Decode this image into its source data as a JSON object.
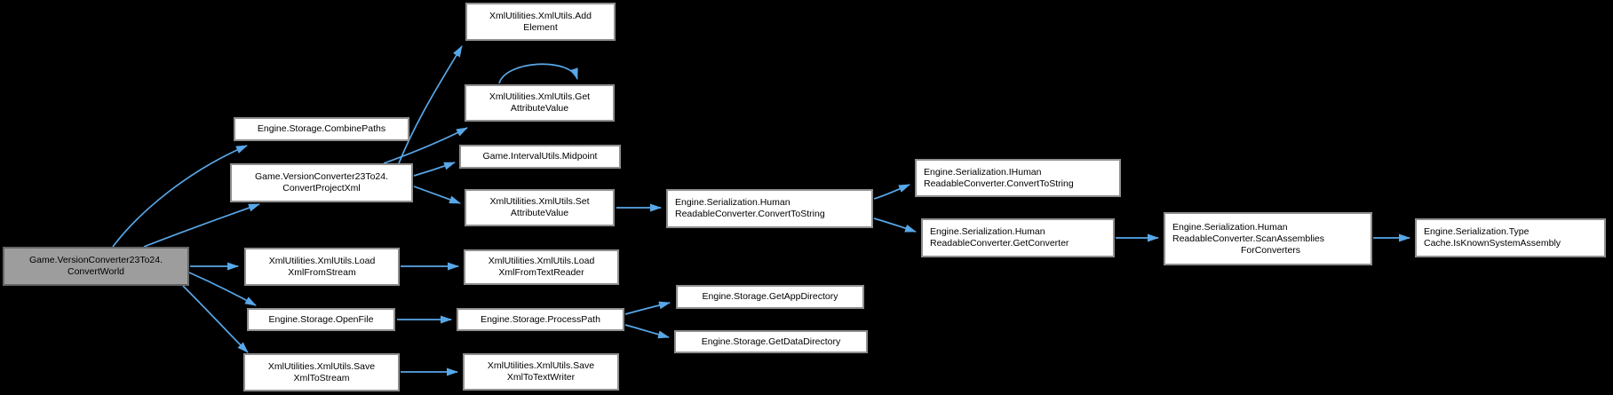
{
  "diagram": {
    "kind": "call-graph",
    "colors": {
      "background": "#000000",
      "node_fill": "#ffffff",
      "node_border": "#8f8f8f",
      "focus_node_fill": "#9d9d9d",
      "edge": "#58a7e8",
      "text": "#000000"
    },
    "nodes": {
      "convertworld": {
        "lines": [
          "Game.VersionConverter23To24.",
          "ConvertWorld"
        ]
      },
      "combinepaths": {
        "lines": [
          "Engine.Storage.CombinePaths"
        ]
      },
      "convertprojectxml": {
        "lines": [
          "Game.VersionConverter23To24.",
          "ConvertProjectXml"
        ]
      },
      "loadxmlfromstream": {
        "lines": [
          "XmlUtilities.XmlUtils.Load",
          "XmlFromStream"
        ]
      },
      "openfile": {
        "lines": [
          "Engine.Storage.OpenFile"
        ]
      },
      "savexmltostream": {
        "lines": [
          "XmlUtilities.XmlUtils.Save",
          "XmlToStream"
        ]
      },
      "addelement": {
        "lines": [
          "XmlUtilities.XmlUtils.Add",
          "Element"
        ]
      },
      "getattributevalue": {
        "lines": [
          "XmlUtilities.XmlUtils.Get",
          "AttributeValue"
        ]
      },
      "midpoint": {
        "lines": [
          "Game.IntervalUtils.Midpoint"
        ]
      },
      "setattributevalue": {
        "lines": [
          "XmlUtilities.XmlUtils.Set",
          "AttributeValue"
        ]
      },
      "loadxmlfromtextreader": {
        "lines": [
          "XmlUtilities.XmlUtils.Load",
          "XmlFromTextReader"
        ]
      },
      "processpath": {
        "lines": [
          "Engine.Storage.ProcessPath"
        ]
      },
      "savexmltotextwriter": {
        "lines": [
          "XmlUtilities.XmlUtils.Save",
          "XmlToTextWriter"
        ]
      },
      "hrconverttostring": {
        "lines": [
          "Engine.Serialization.Human",
          "ReadableConverter.ConvertToString"
        ]
      },
      "getappdirectory": {
        "lines": [
          "Engine.Storage.GetAppDirectory"
        ]
      },
      "getdatadirectory": {
        "lines": [
          "Engine.Storage.GetDataDirectory"
        ]
      },
      "ihrconverttostring": {
        "lines": [
          "Engine.Serialization.IHuman",
          "ReadableConverter.ConvertToString"
        ]
      },
      "getconverter": {
        "lines": [
          "Engine.Serialization.Human",
          "ReadableConverter.GetConverter"
        ]
      },
      "scanassemblies": {
        "lines": [
          "Engine.Serialization.Human",
          "ReadableConverter.ScanAssemblies",
          "ForConverters"
        ]
      },
      "isknownsystemassembly": {
        "lines": [
          "Engine.Serialization.Type",
          "Cache.IsKnownSystemAssembly"
        ]
      }
    },
    "edges": [
      {
        "from": "convertworld",
        "to": "combinepaths"
      },
      {
        "from": "convertworld",
        "to": "convertprojectxml"
      },
      {
        "from": "convertworld",
        "to": "loadxmlfromstream"
      },
      {
        "from": "convertworld",
        "to": "openfile"
      },
      {
        "from": "convertworld",
        "to": "savexmltostream"
      },
      {
        "from": "convertprojectxml",
        "to": "addelement"
      },
      {
        "from": "convertprojectxml",
        "to": "getattributevalue"
      },
      {
        "from": "convertprojectxml",
        "to": "midpoint"
      },
      {
        "from": "convertprojectxml",
        "to": "setattributevalue"
      },
      {
        "from": "getattributevalue",
        "to": "getattributevalue"
      },
      {
        "from": "setattributevalue",
        "to": "hrconverttostring"
      },
      {
        "from": "hrconverttostring",
        "to": "ihrconverttostring"
      },
      {
        "from": "hrconverttostring",
        "to": "getconverter"
      },
      {
        "from": "getconverter",
        "to": "scanassemblies"
      },
      {
        "from": "scanassemblies",
        "to": "isknownsystemassembly"
      },
      {
        "from": "loadxmlfromstream",
        "to": "loadxmlfromtextreader"
      },
      {
        "from": "openfile",
        "to": "processpath"
      },
      {
        "from": "processpath",
        "to": "getappdirectory"
      },
      {
        "from": "processpath",
        "to": "getdatadirectory"
      },
      {
        "from": "savexmltostream",
        "to": "savexmltotextwriter"
      }
    ]
  }
}
